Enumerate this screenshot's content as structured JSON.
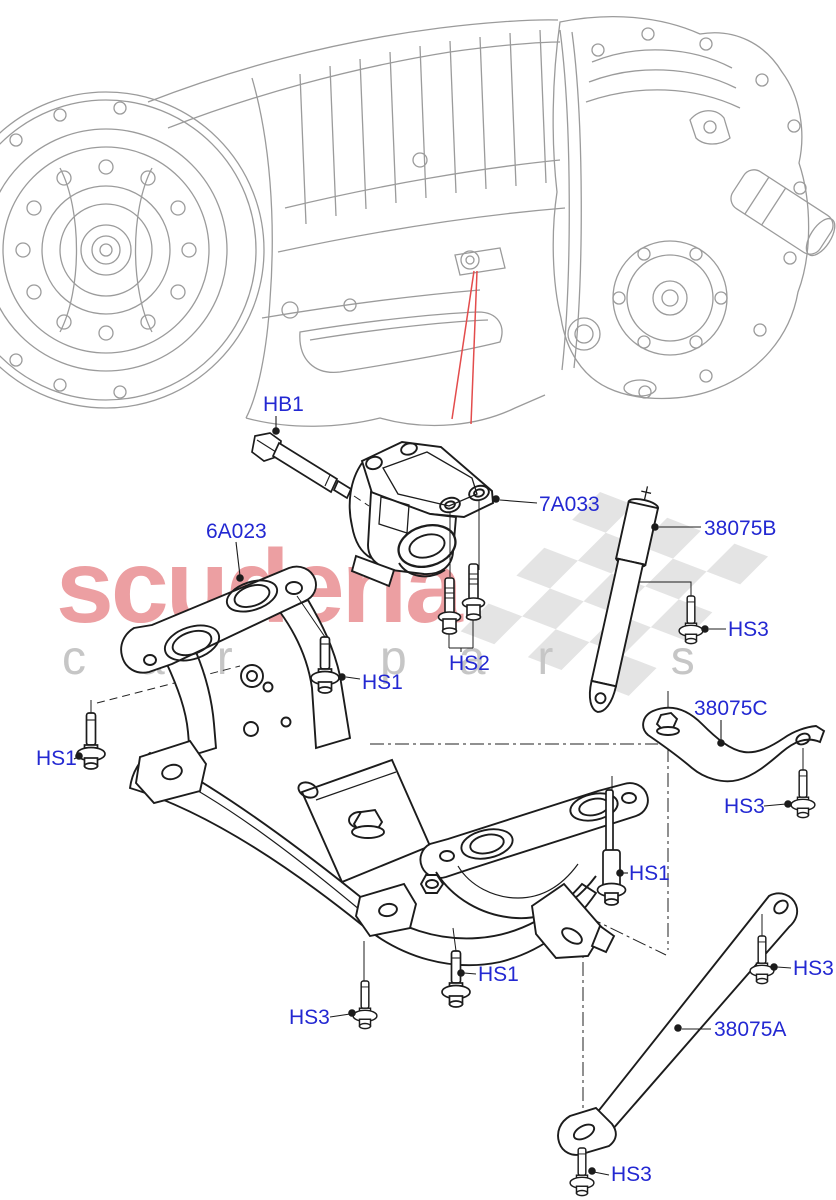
{
  "watermark": {
    "brand": "scuderia",
    "tagline": "car parts",
    "brand_color": "#ec9fa2",
    "tagline_color": "#c6c6c6",
    "flag_color": "#e4e4e4"
  },
  "callouts": {
    "label_color": "#2328d2",
    "labels": [
      "HB1",
      "7A033",
      "6A023",
      "38075B",
      "HS3",
      "HS2",
      "HS1",
      "HS1",
      "38075C",
      "HS3",
      "HS1",
      "HS1",
      "HS3",
      "HS3",
      "38075A",
      "HS3"
    ]
  },
  "diagram": {
    "line_color_primary": "#1c1c1c",
    "line_color_secondary": "#9b9b9b",
    "red_pointer_color": "#e34c4c"
  }
}
